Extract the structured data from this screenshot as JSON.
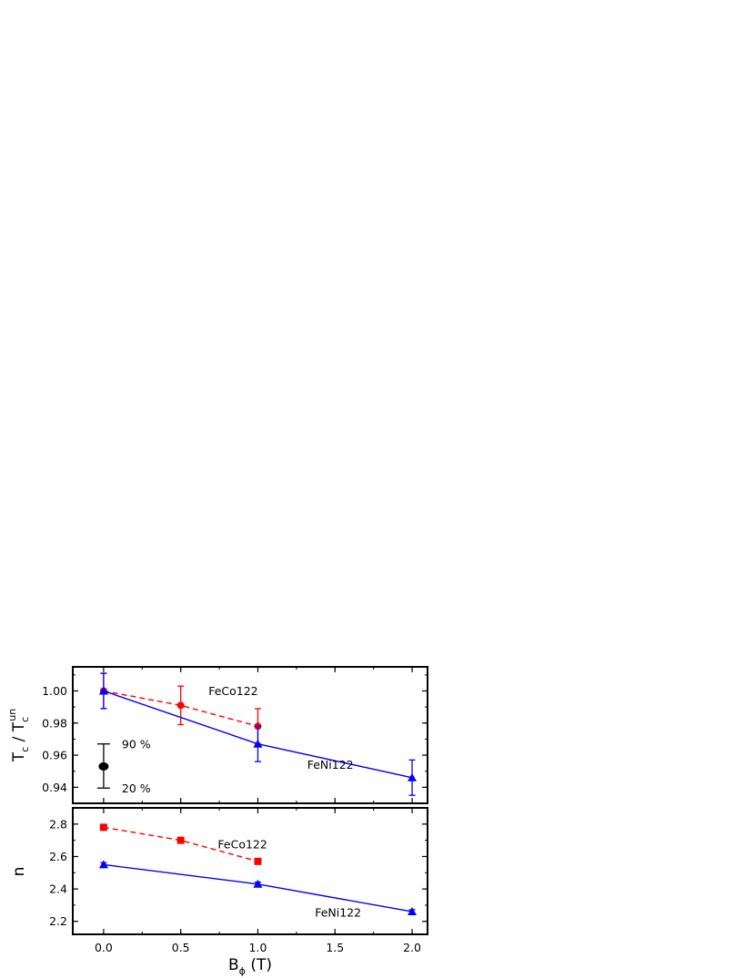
{
  "chart_data": [
    {
      "type": "line",
      "panel": "top",
      "ylabel": "T_c / T_c^un",
      "ylabel_parts": {
        "main1": "T",
        "sub1": "c",
        "sep": " / T",
        "sub2": "c",
        "sup2": "un"
      },
      "xlim": [
        -0.2,
        2.1
      ],
      "ylim": [
        0.93,
        1.015
      ],
      "xticks": [
        0.0,
        0.5,
        1.0,
        1.5,
        2.0
      ],
      "yticks": [
        0.94,
        0.96,
        0.98,
        1.0
      ],
      "ytick_labels": [
        "0.94",
        "0.96",
        "0.98",
        "1.00"
      ],
      "series": [
        {
          "name": "FeCo122",
          "color": "#ff0000",
          "marker": "circle",
          "line": "dashed",
          "x": [
            0.0,
            0.5,
            1.0
          ],
          "y": [
            1.0,
            0.991,
            0.978
          ],
          "err": [
            0.011,
            0.012,
            0.011
          ]
        },
        {
          "name": "FeNi122",
          "color": "#0000ff",
          "marker": "triangle",
          "line": "solid",
          "x": [
            0.0,
            1.0,
            2.0
          ],
          "y": [
            1.0,
            0.967,
            0.946
          ],
          "err": [
            0.011,
            0.011,
            0.011
          ]
        }
      ],
      "annotations": [
        {
          "text": "FeCo122",
          "x": 0.68,
          "y": 0.9975
        },
        {
          "text": "FeNi122",
          "x": 1.32,
          "y": 0.9515
        }
      ],
      "legend_marker": {
        "color": "#000000",
        "x": 0.0,
        "y": 0.953,
        "top": 0.967,
        "bottom": 0.9395,
        "top_label": "90 %",
        "bottom_label": "20 %"
      }
    },
    {
      "type": "line",
      "panel": "bottom",
      "xlabel": "B_φ (T)",
      "xlabel_parts": {
        "main": "B",
        "sub": "ϕ",
        "rest": " (T)"
      },
      "ylabel": "n",
      "xlim": [
        -0.2,
        2.1
      ],
      "ylim": [
        2.12,
        2.9
      ],
      "xticks": [
        0.0,
        0.5,
        1.0,
        1.5,
        2.0
      ],
      "xtick_labels": [
        "0.0",
        "0.5",
        "1.0",
        "1.5",
        "2.0"
      ],
      "yticks": [
        2.2,
        2.4,
        2.6,
        2.8
      ],
      "ytick_labels": [
        "2.2",
        "2.4",
        "2.6",
        "2.8"
      ],
      "series": [
        {
          "name": "FeCo122",
          "color": "#ff0000",
          "marker": "square",
          "line": "dashed",
          "x": [
            0.0,
            0.5,
            1.0
          ],
          "y": [
            2.78,
            2.7,
            2.57
          ],
          "err": [
            0.015,
            0.015,
            0.015
          ]
        },
        {
          "name": "FeNi122",
          "color": "#0000ff",
          "marker": "triangle",
          "line": "solid",
          "x": [
            0.0,
            1.0,
            2.0
          ],
          "y": [
            2.55,
            2.43,
            2.26
          ],
          "err": [
            0.012,
            0.012,
            0.012
          ]
        }
      ],
      "annotations": [
        {
          "text": "FeCo122",
          "x": 0.74,
          "y": 2.65
        },
        {
          "text": "FeNi122",
          "x": 1.37,
          "y": 2.23
        }
      ]
    }
  ]
}
